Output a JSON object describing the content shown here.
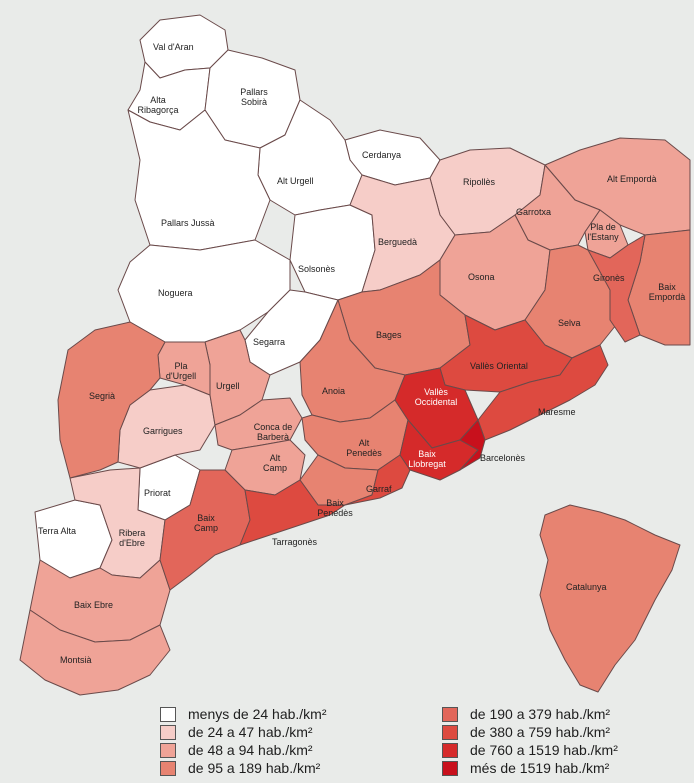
{
  "colors": {
    "bg": "#e9ebe9",
    "c0": "#ffffff",
    "c1": "#f6cdc8",
    "c2": "#efa397",
    "c3": "#e78371",
    "c4": "#e2665a",
    "c5": "#dd4a40",
    "c6": "#d52a2a",
    "c7": "#c8101c"
  },
  "regions": {
    "val_daran": "Val d'Aran",
    "alta_ribagorca": "Alta Ribagorça",
    "pallars_sobira": "Pallars Sobirà",
    "cerdanya": "Cerdanya",
    "alt_urgell": "Alt Urgell",
    "pallars_jussa": "Pallars Jussà",
    "ripolles": "Ripollès",
    "alt_emporda": "Alt Empordà",
    "garrotxa": "Garrotxa",
    "pla_de_lestany": "Pla de l'Estany",
    "bergueda": "Berguedà",
    "solsones": "Solsonès",
    "noguera": "Noguera",
    "osona": "Osona",
    "girones": "Gironès",
    "baix_emporda": "Baix Empordà",
    "selva": "Selva",
    "bages": "Bages",
    "segarra": "Segarra",
    "pla_durgell": "Pla d'Urgell",
    "segria": "Segrià",
    "urgell": "Urgell",
    "valles_oriental": "Vallès Oriental",
    "anoia": "Anoia",
    "maresme": "Maresme",
    "garrigues": "Garrigues",
    "conca_de_barbera": "Conca de Barberà",
    "alt_penedes": "Alt Penedès",
    "valles_occidental": "Vallès Occidental",
    "barcelones": "Barcelonès",
    "alt_camp": "Alt Camp",
    "baix_llobregat": "Baix Llobregat",
    "priorat": "Priorat",
    "garraf": "Garraf",
    "baix_penedes": "Baix Penedès",
    "terra_alta": "Terra Alta",
    "ribera_debre": "Ribera d'Ebre",
    "baix_camp": "Baix Camp",
    "tarragones": "Tarragonès",
    "baix_ebre": "Baix Ebre",
    "montsia": "Montsià",
    "catalunya": "Catalunya"
  },
  "legend": [
    {
      "label": "menys de 24 hab./km²",
      "color": "#ffffff"
    },
    {
      "label": "de 24 a 47 hab./km²",
      "color": "#f6cdc8"
    },
    {
      "label": "de 48 a 94 hab./km²",
      "color": "#efa397"
    },
    {
      "label": "de 95 a 189 hab./km²",
      "color": "#e78371"
    },
    {
      "label": "de 190 a 379 hab./km²",
      "color": "#e2665a"
    },
    {
      "label": "de 380 a 759 hab./km²",
      "color": "#dd4a40"
    },
    {
      "label": "de 760 a 1519 hab./km²",
      "color": "#d52a2a"
    },
    {
      "label": "més de 1519 hab./km²",
      "color": "#c8101c"
    }
  ]
}
